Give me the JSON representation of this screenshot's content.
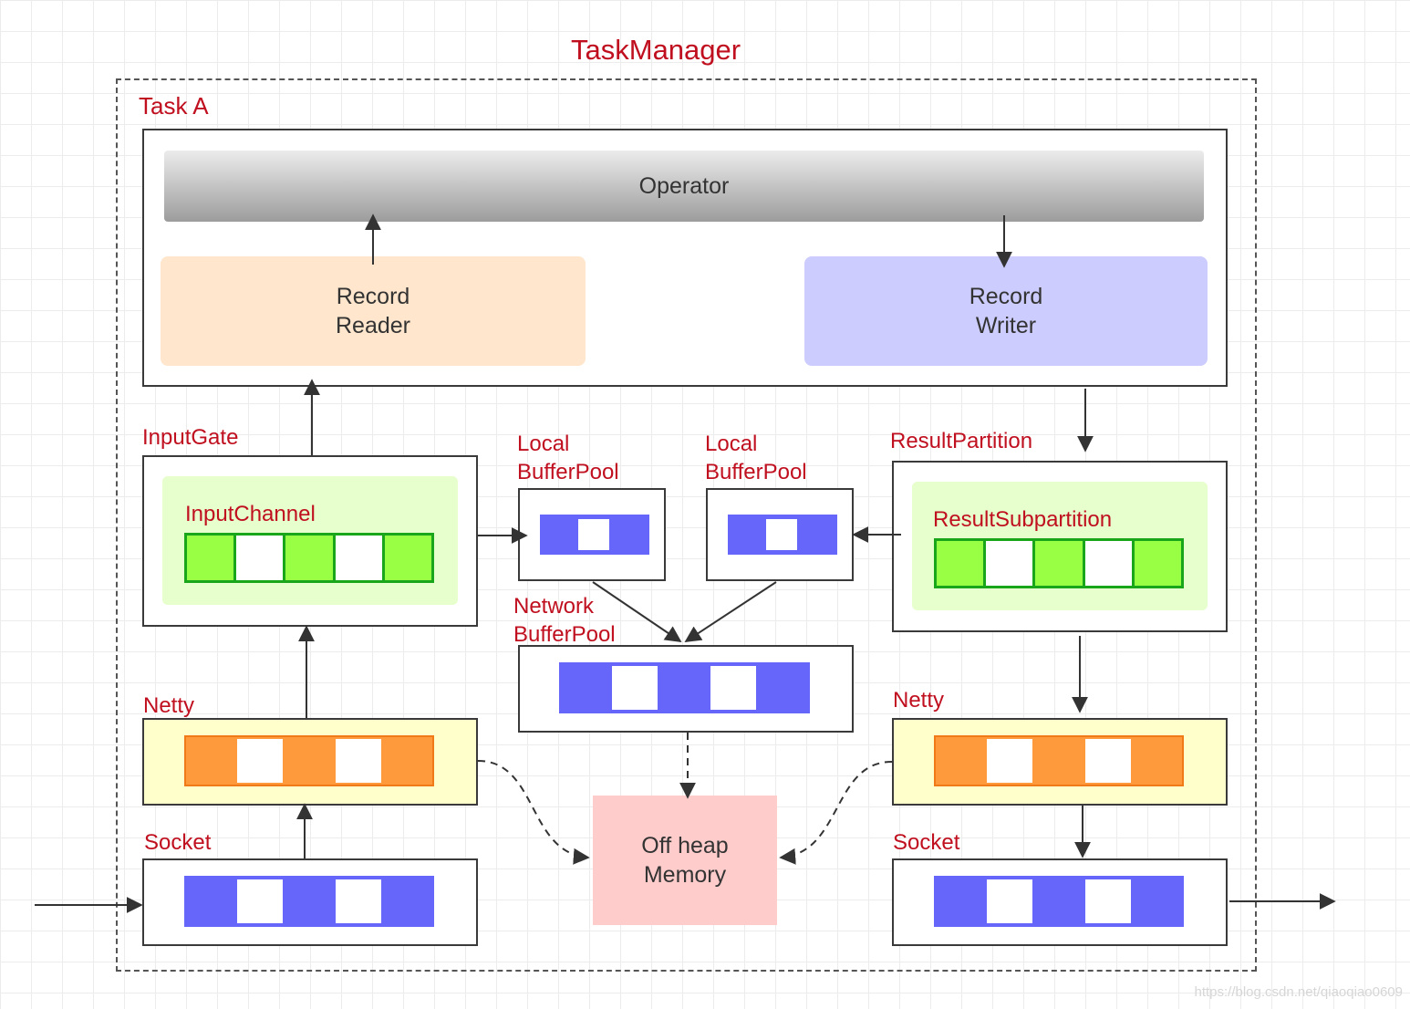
{
  "title": "TaskManager",
  "task": {
    "label": "Task A"
  },
  "operator": {
    "label": "Operator"
  },
  "record_reader": {
    "line1": "Record",
    "line2": "Reader"
  },
  "record_writer": {
    "line1": "Record",
    "line2": "Writer"
  },
  "input_gate": {
    "label": "InputGate",
    "channel_label": "InputChannel"
  },
  "local_buffer_pool_left": {
    "line1": "Local",
    "line2": "BufferPool"
  },
  "local_buffer_pool_right": {
    "line1": "Local",
    "line2": "BufferPool"
  },
  "result_partition": {
    "label": "ResultPartition",
    "subpartition_label": "ResultSubpartition"
  },
  "network_buffer_pool": {
    "line1": "Network",
    "line2": "BufferPool"
  },
  "netty_left": {
    "label": "Netty"
  },
  "netty_right": {
    "label": "Netty"
  },
  "socket_left": {
    "label": "Socket"
  },
  "socket_right": {
    "label": "Socket"
  },
  "off_heap": {
    "line1": "Off heap",
    "line2": "Memory"
  },
  "watermark": "https://blog.csdn.net/qiaoqiao0609",
  "colors": {
    "label_red": "#c00f1f",
    "buffer_blue": "#6666fa",
    "channel_green": "#99ff44",
    "channel_green_border": "#1aa61a",
    "netty_orange": "#ff9a3c",
    "netty_bg": "#ffffcc",
    "reader_bg": "#ffe6cc",
    "writer_bg": "#ccccff",
    "channel_bg": "#e6ffcc",
    "offheap_bg": "#ffcccc"
  }
}
